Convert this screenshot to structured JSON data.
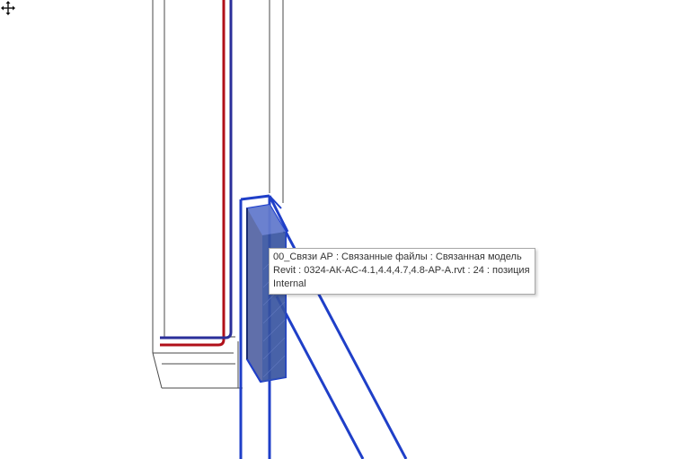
{
  "tooltip": {
    "line1": "00_Связи АР : Связанные файлы : Связанная модель",
    "line2": "Revit : 0324-АК-АС-4.1,4.4,4.7,4.8-АР-А.rvt : 24 : позиция",
    "line3": "Internal"
  },
  "colors": {
    "background": "#ffffff",
    "wireframe": "#4a4a4a",
    "pipe_red": "#b0101a",
    "pipe_blue": "#2a2f9a",
    "highlight": "#1f3fc8",
    "selected_fill": "#2b3f8e"
  },
  "icons": {
    "cursor": "move-cursor-icon"
  }
}
